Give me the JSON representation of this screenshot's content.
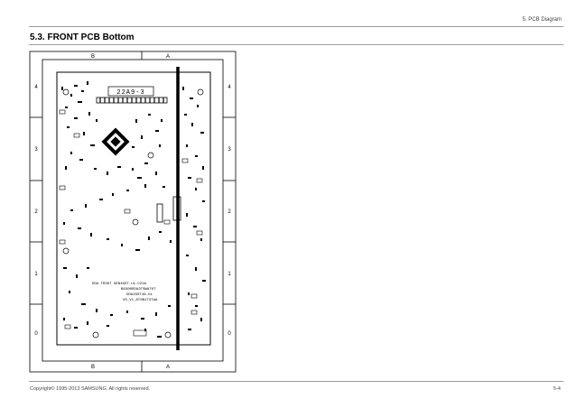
{
  "header": {
    "section": "5.   PCB Diagram"
  },
  "title": "5.3.  FRONT PCB Bottom",
  "footer": {
    "copyright": "Copyright© 1995-2013 SAMSUNG. All rights reserved.",
    "page": "5-4"
  },
  "frame": {
    "columns": [
      "B",
      "A"
    ],
    "rows": [
      "4",
      "3",
      "2",
      "1",
      "0"
    ]
  },
  "board": {
    "label": "22A9-3",
    "silkscreen": [
      "DDA TR30T SEN4GST-U1-CZ2A",
      "B0300DDA3TSWAT0T",
      "DDA2GST46-U1",
      "V0_V1_AT0B1T3TAA"
    ]
  }
}
